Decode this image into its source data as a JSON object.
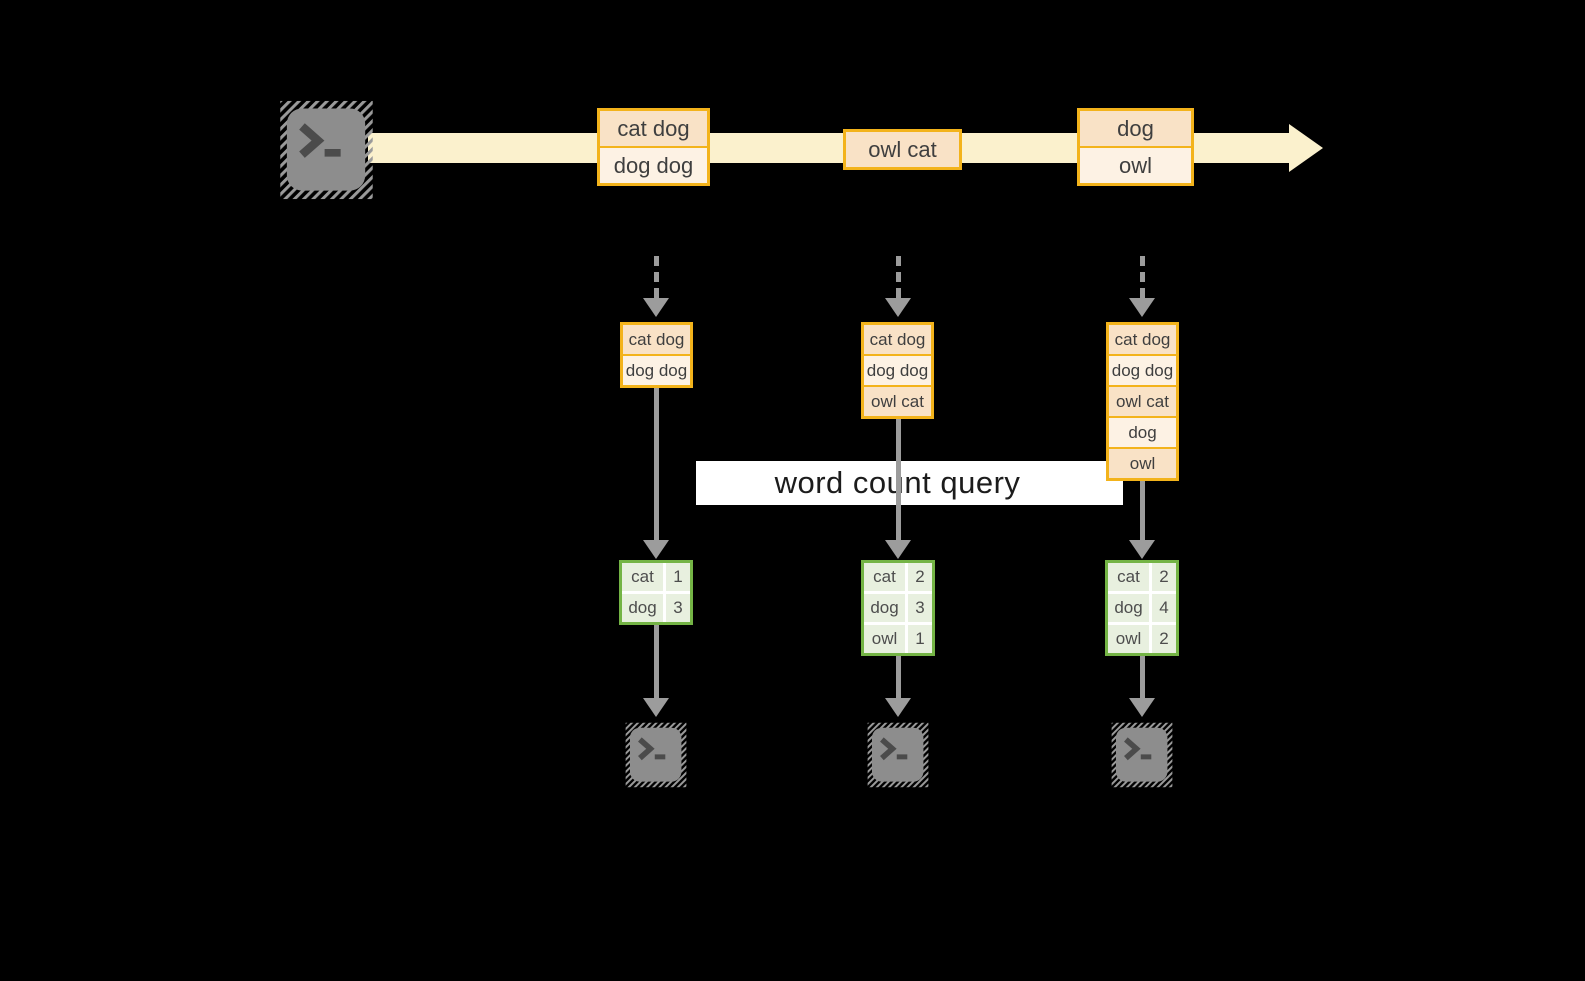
{
  "diagram": {
    "query_label": "word count query",
    "stream_messages": [
      {
        "lines": [
          "cat dog",
          "dog dog"
        ]
      },
      {
        "lines": [
          "owl cat"
        ]
      },
      {
        "lines": [
          "dog",
          "owl"
        ]
      }
    ],
    "snapshots": [
      {
        "buffer": [
          "cat dog",
          "dog dog"
        ],
        "counts": [
          {
            "word": "cat",
            "count": "1"
          },
          {
            "word": "dog",
            "count": "3"
          }
        ]
      },
      {
        "buffer": [
          "cat dog",
          "dog dog",
          "owl cat"
        ],
        "counts": [
          {
            "word": "cat",
            "count": "2"
          },
          {
            "word": "dog",
            "count": "3"
          },
          {
            "word": "owl",
            "count": "1"
          }
        ]
      },
      {
        "buffer": [
          "cat dog",
          "dog dog",
          "owl cat",
          "dog",
          "owl"
        ],
        "counts": [
          {
            "word": "cat",
            "count": "2"
          },
          {
            "word": "dog",
            "count": "4"
          },
          {
            "word": "owl",
            "count": "2"
          }
        ]
      }
    ]
  },
  "colors": {
    "stream": "#fbf1cd",
    "box_border": "#f3b31b",
    "row_dark": "#f9e2c6",
    "row_light": "#fdf2e4",
    "arrow": "#9c9c9c",
    "table_border": "#74b445",
    "table_cell": "#e8f0df",
    "label_bg": "#ffffff",
    "terminal": "#8d8d8d"
  }
}
